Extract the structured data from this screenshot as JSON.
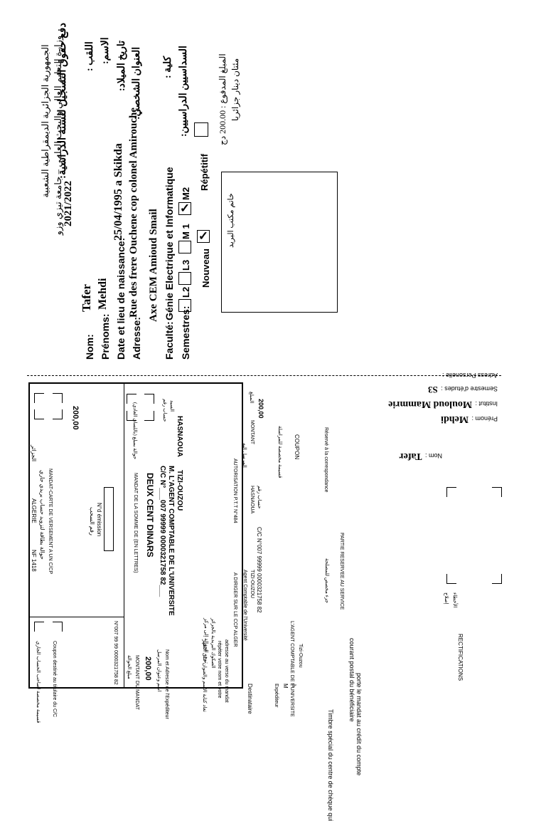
{
  "top_form": {
    "header_line1": "الجمهورية الجزائرية الديمقراطية الشعبية",
    "header_line2": "وزارة التعليم العالي والبحث العلمي – جامعة تيزي وزو",
    "title": "دفع حقوق التسجيل للسنة الدراسية:",
    "year": "2021/2022",
    "ar_labels": {
      "surname": "اللقب :",
      "firstname": "الاسم:",
      "birth": "تاريخ الميلاد:",
      "address": "العنوان الشخصي:",
      "faculty": "كلية :",
      "semesters": "السداسيين الدراسيين:"
    },
    "amount_ar": "المبلغ المدفوع : 200.00 دج",
    "amount_words_ar": "مئتان دينار جزائريا",
    "stamp_label": "خاتم مكتب البريد",
    "nom_label": "Nom:",
    "nom_value": "Tafer",
    "prenoms_label": "Prénoms:",
    "prenoms_value": "Mehdi",
    "birth_label": "Date et lieu de naissance:",
    "birth_value": "25/04/1995 a Skikda",
    "address_label": "Adresse:",
    "address_value": "Rue des frere Ouchene cop colonel Amirouche",
    "address_value2": "Axe CEM Amioud Smail",
    "faculty_label": "Faculté:",
    "faculty_value": "Génie Electrique et Informatique",
    "semesters_label": "Semestres:",
    "sem_l2": "L2",
    "sem_l3": "L3",
    "sem_m1": "M 1",
    "sem_m2": "M2",
    "check_mark": "✓",
    "nouveau": "Nouveau",
    "repetitif": "Répétitif"
  },
  "mandat": {
    "nf_code": "NF 1418",
    "country_fr": "ALGERIE",
    "country_ar": "الجزائر",
    "title_ar": "حوالة بطاقة لتزويد حساب بريدي جاري",
    "title_fr": "MANDAT-CARTE DE VERSEMENT A UN C/CP",
    "amount": "200,00",
    "emission_ar": "رقم السحب",
    "emission_fr": "N°d émission",
    "mandat_words_label": "MANDAT DE LA SOMME DE (EN LETTRES)",
    "mandat_words_label_ar": "حوالة بمبلغ (باللسان العادي)",
    "amount_words": "DEUX CENT DINARS",
    "cc_line": "C/C N°___007 99999 0000321758 82___",
    "beneficiary": "M. L'AGENT COMPTABLE DE L'UNIVERSITE",
    "city": "TIZI-OUZOU",
    "hasnaoua": "HASNAOUA",
    "account_ar": "حساب رقم",
    "account_ar2": "السيد",
    "send_ar": "توجه الحوالة إلى مركز",
    "send_ar2": "الصكوك البريدية بالجزائر",
    "adresser": "A DIRIGER SUR LE CCP ALGER",
    "autorisation": "AUTORISATION P.T.T N°484",
    "coupon_title_ar": "قسيمة مخصصة لصاحب الحساب الجاري",
    "coupon_title_fr": "Coupon destiné au titulaire du C/C",
    "coupon_num": "N°007 99 99 0000321758 82",
    "montant_ar": "مبلغ الحوالة",
    "montant_fr": "MONTANT DU MANDAT",
    "coupon_amount": "200,00",
    "nom_exp_ar": "اسم وعنوان المرسل",
    "nom_exp_fr": "Nom et Adresse de l'Expéditeur",
    "verso_ar": "تعاد كتابة الاسم والعنوان على الظهر",
    "verso_fr1": "répéter votre nom et votre",
    "verso_fr2": "adresse au verso du mandat"
  },
  "lower": {
    "destinataire": "Destinataire",
    "agent_line": "Agent Comptable de l'Université",
    "tizi": "TIZI-OUZOU",
    "hasnaoua": "HASNAOUA",
    "cc_line": "C/C N°007 99999 0000321758 82",
    "montant_fr": "MONTANT",
    "montant_ar": "المبلغ",
    "montant_value": "200,00",
    "account_ar": "حساب رقم",
    "sender_ar": "المرسل إليه",
    "expediteur": "Expéditeur",
    "m_label": "M",
    "a_label": "à",
    "exp_agent": "L'AGENT COMPTABLE DE L'UNIVERSITE",
    "exp_city": "Tizi-Ouzou",
    "timbre_line": "Timbre spécial du centre de chèque qui",
    "porte_line": "porte le mandat au crédit du compte",
    "courant_line": "courant postal du bénéficiaire",
    "rectifications": "RECTIFICATIONS",
    "reserve_service": "PARTIE RESERVEE AU SERVICE",
    "reserve_service_ar": "جزء مخصص للمصلحة",
    "corrections_ar": "إصلاح",
    "corrections_ar2": "الأخطاء",
    "reserve_corr": "Réservé à la correspondance",
    "coupon": "COUPON",
    "coupon_ar": "قسيمة مخصصة للمراسلة",
    "nom_label": "Nom :",
    "nom_value": "Tafer",
    "prenom_label": "Prénom :",
    "prenom_value": "Mehdi",
    "institut_label": "Institut :",
    "institut_value": "Mouloud Mammrie",
    "semestre_label": "Semestre d'études :",
    "semestre_value": "S3",
    "adresse_label": "Adress Personelle :"
  }
}
